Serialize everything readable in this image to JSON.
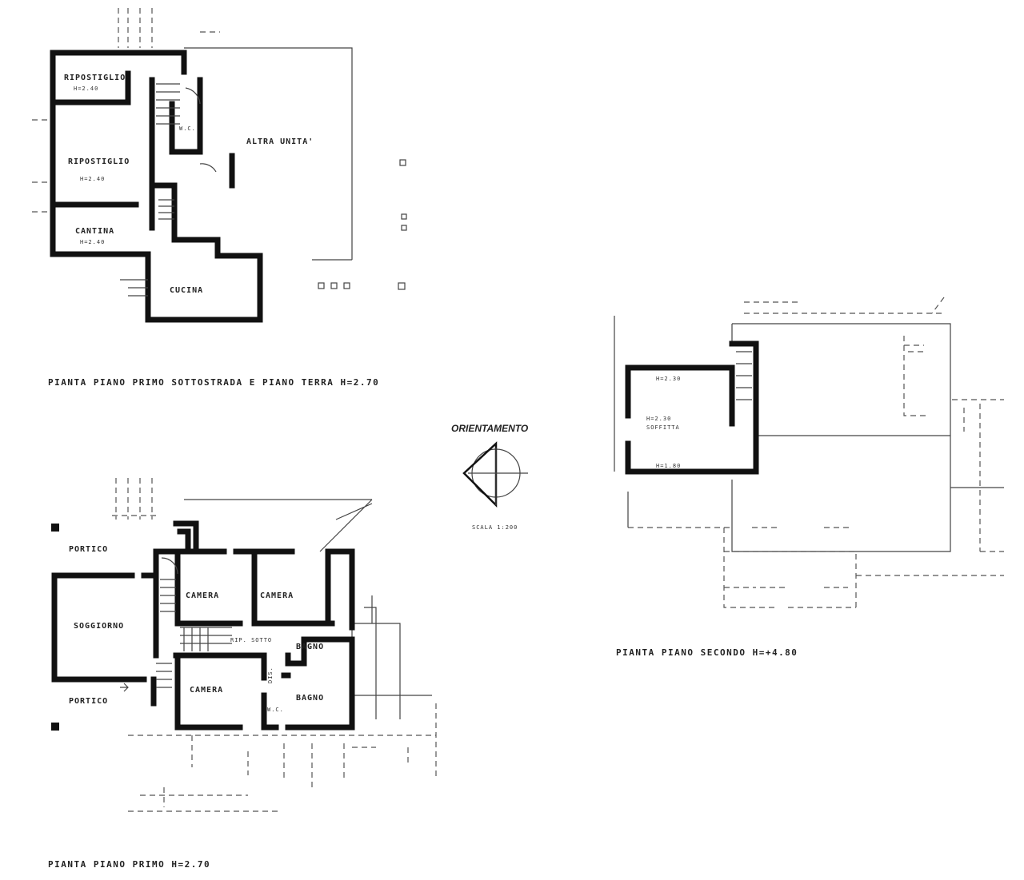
{
  "plan_ground": {
    "rooms": {
      "ripostiglio_top": "RIPOSTIGLIO",
      "ripostiglio_top_h": "H=2.40",
      "ripostiglio_mid": "RIPOSTIGLIO",
      "ripostiglio_mid_h": "H=2.40",
      "cantina": "CANTINA",
      "cantina_h": "H=2.40",
      "wc": "W.C.",
      "cucina": "CUCINA",
      "altra_unita": "ALTRA UNITA'"
    },
    "caption": "PIANTA PIANO PRIMO SOTTOSTRADA E PIANO TERRA H=2.70"
  },
  "orientation": {
    "title": "ORIENTAMENTO",
    "scale": "SCALA 1:200"
  },
  "plan_second": {
    "rooms": {
      "h_top": "H=2.30",
      "soffitta": "H=2.30",
      "soffitta_sub": "SOFFITTA",
      "h_bottom": "H=1.80"
    },
    "caption": "PIANTA PIANO SECONDO H=+4.80"
  },
  "plan_first": {
    "rooms": {
      "portico_top": "PORTICO",
      "portico_bottom": "PORTICO",
      "soggiorno": "SOGGIORNO",
      "camera_1": "CAMERA",
      "camera_2": "CAMERA",
      "camera_3": "CAMERA",
      "bagno_1": "BAGNO",
      "bagno_2": "BAGNO",
      "rip_sotto": "RIP. SOTTO",
      "wc": "W.C.",
      "disimpegno": "DIS."
    },
    "caption": "PIANTA PIANO PRIMO H=2.70"
  }
}
